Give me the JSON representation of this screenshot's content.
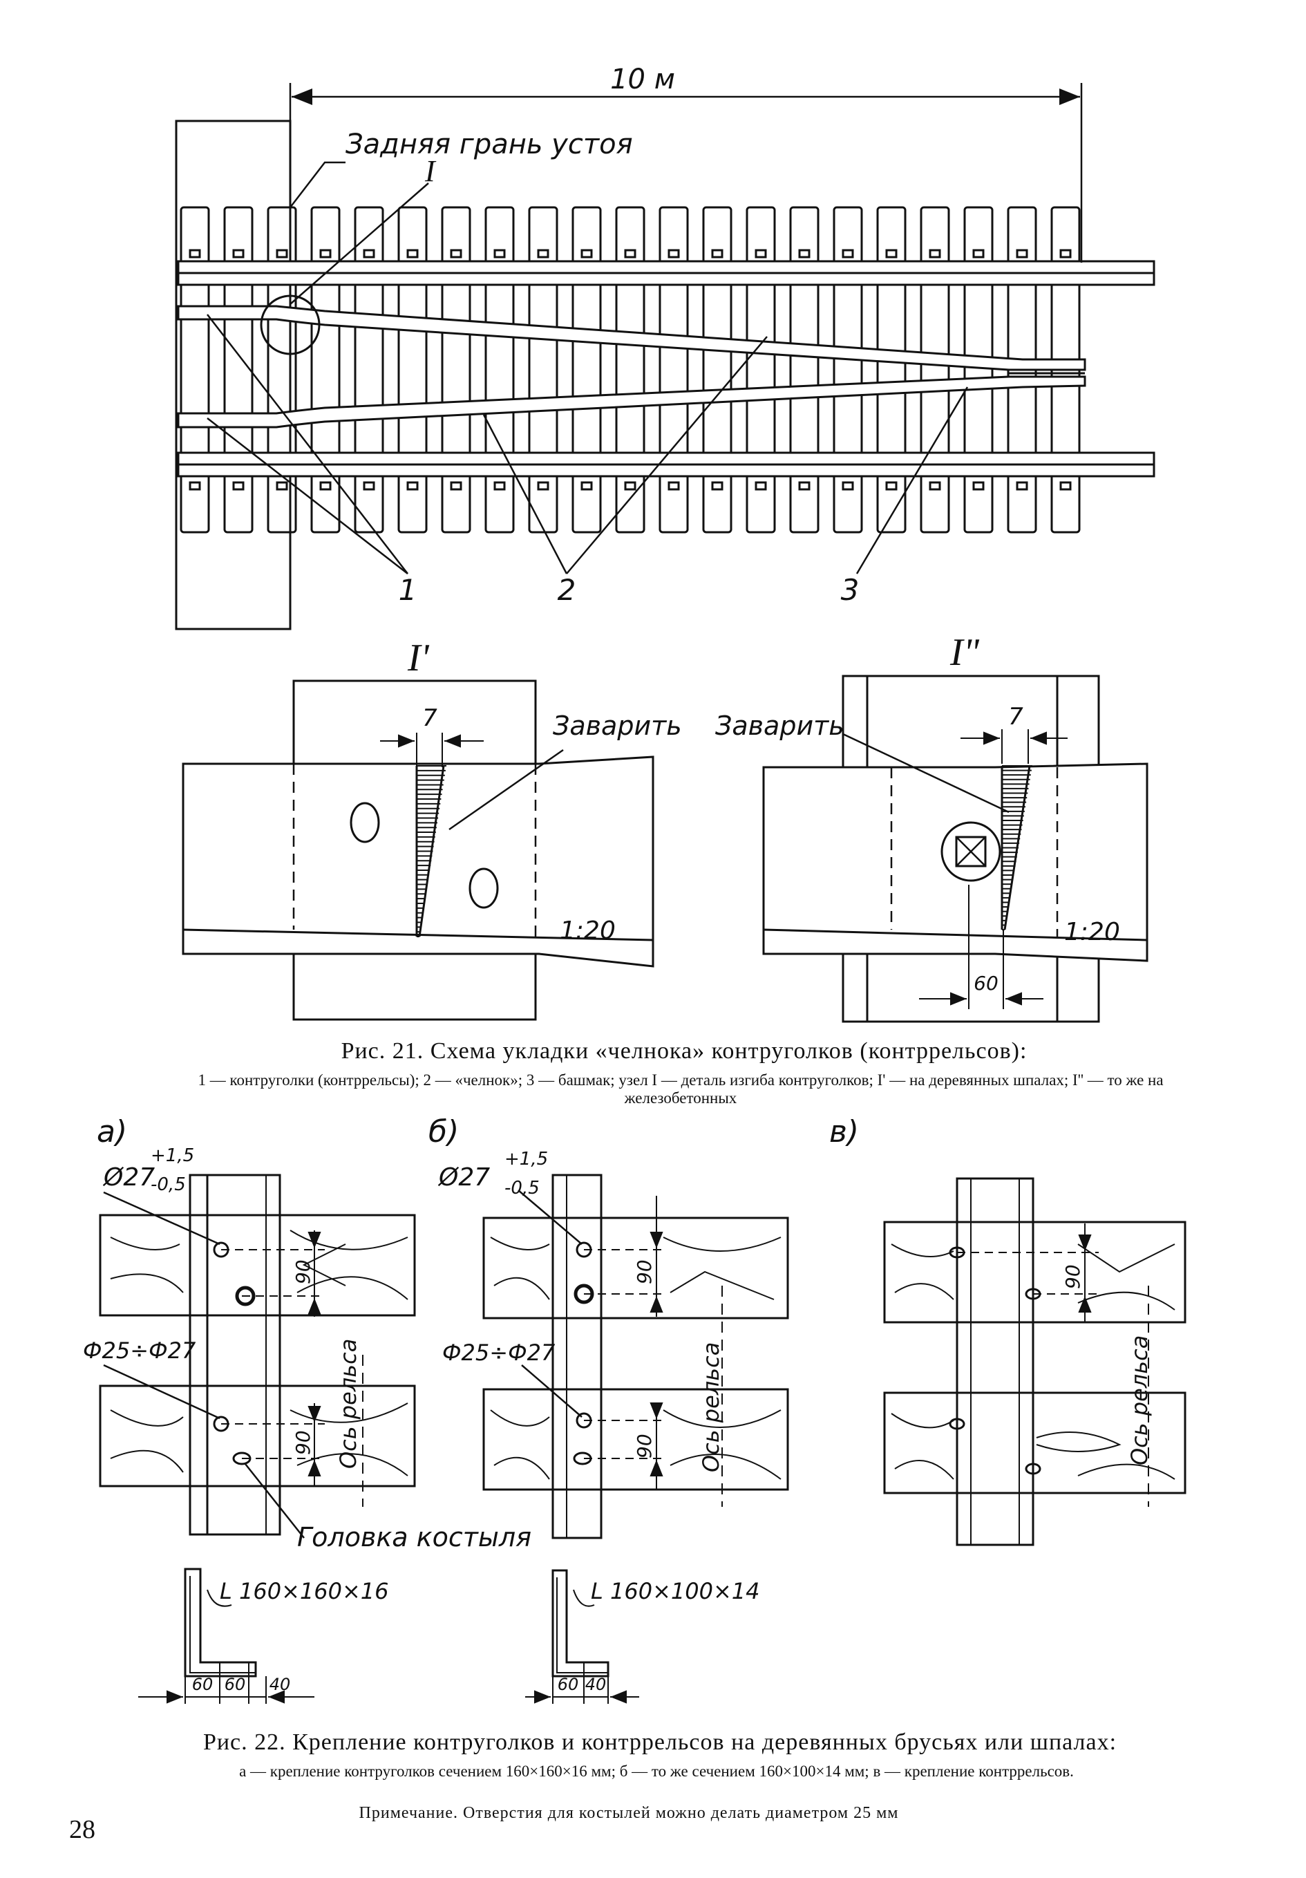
{
  "fig21": {
    "dim_length": "10 м",
    "label_face": "Задняя грань устоя",
    "label_node": "I",
    "callout_1": "1",
    "callout_2": "2",
    "callout_3": "3",
    "detail_left_title": "I'",
    "detail_right_title": "I\"",
    "weld_label": "Заварить",
    "dim_7": "7",
    "dim_60": "60",
    "slope": "1:20",
    "caption_title": "Рис. 21. Схема укладки «челнока» контруголков (контррельсов):",
    "caption_body": "1 — контруголки (контррельсы); 2 — «челнок»; 3 — башмак; узел I — деталь изгиба контруголков; I' — на деревянных шпалах; I'' — то же на железобетонных"
  },
  "fig22": {
    "panel_a": "а)",
    "panel_b": "б)",
    "panel_c": "в)",
    "hole_a": "Ø27",
    "hole_a_tol_up": "+1,5",
    "hole_a_tol_dn": "-0,5",
    "hole_b": "Ø27",
    "hole_b_tol_up": "+1,5",
    "hole_b_tol_dn": "-0,5",
    "spike_range": "Ф25÷Ф27",
    "dim_90": "90",
    "rail_axis": "Ось рельса",
    "spike_head": "Головка костыля",
    "angle_a": "L 160×160×16",
    "angle_b": "L 160×100×14",
    "dim_60": "60",
    "dim_40": "40",
    "caption_title": "Рис. 22. Крепление контруголков и контррельсов на деревянных брусьях или шпалах:",
    "caption_body": "а — крепление контруголков сечением 160×160×16 мм; б — то же сечением 160×100×14 мм; в — крепление контррельсов.",
    "note": "Примечание. Отверстия для костылей можно делать диаметром 25 мм"
  },
  "page_number": "28"
}
